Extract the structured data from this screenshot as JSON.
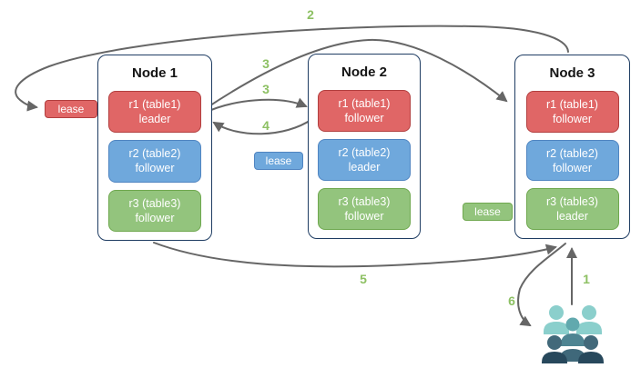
{
  "diagram": {
    "nodes": [
      {
        "title": "Node 1",
        "replicas": [
          {
            "name": "r1 (table1)",
            "role": "leader",
            "color": "red"
          },
          {
            "name": "r2 (table2)",
            "role": "follower",
            "color": "blue"
          },
          {
            "name": "r3 (table3)",
            "role": "follower",
            "color": "green"
          }
        ]
      },
      {
        "title": "Node 2",
        "replicas": [
          {
            "name": "r1 (table1)",
            "role": "follower",
            "color": "red"
          },
          {
            "name": "r2 (table2)",
            "role": "leader",
            "color": "blue"
          },
          {
            "name": "r3 (table3)",
            "role": "follower",
            "color": "green"
          }
        ]
      },
      {
        "title": "Node 3",
        "replicas": [
          {
            "name": "r1 (table1)",
            "role": "follower",
            "color": "red"
          },
          {
            "name": "r2 (table2)",
            "role": "follower",
            "color": "blue"
          },
          {
            "name": "r3 (table3)",
            "role": "leader",
            "color": "green"
          }
        ]
      }
    ],
    "leases": [
      {
        "label": "lease",
        "color": "red"
      },
      {
        "label": "lease",
        "color": "blue"
      },
      {
        "label": "lease",
        "color": "green"
      }
    ],
    "steps": {
      "s1": "1",
      "s2": "2",
      "s3a": "3",
      "s3b": "3",
      "s4": "4",
      "s5": "5",
      "s6": "6"
    },
    "colors": {
      "red_fill": "#e06666",
      "red_border": "#b23f3f",
      "blue_fill": "#6fa8dc",
      "blue_border": "#5085c1",
      "green_fill": "#93c47d",
      "green_border": "#6fa84f",
      "node_border": "#1f3d63",
      "arrow": "#666666",
      "step_label": "#8dc063",
      "users_light_teal": "#8bcfcc",
      "users_medium_teal": "#61a9ae",
      "users_dark_slate": "#3f687a",
      "users_navy": "#27485c"
    }
  }
}
